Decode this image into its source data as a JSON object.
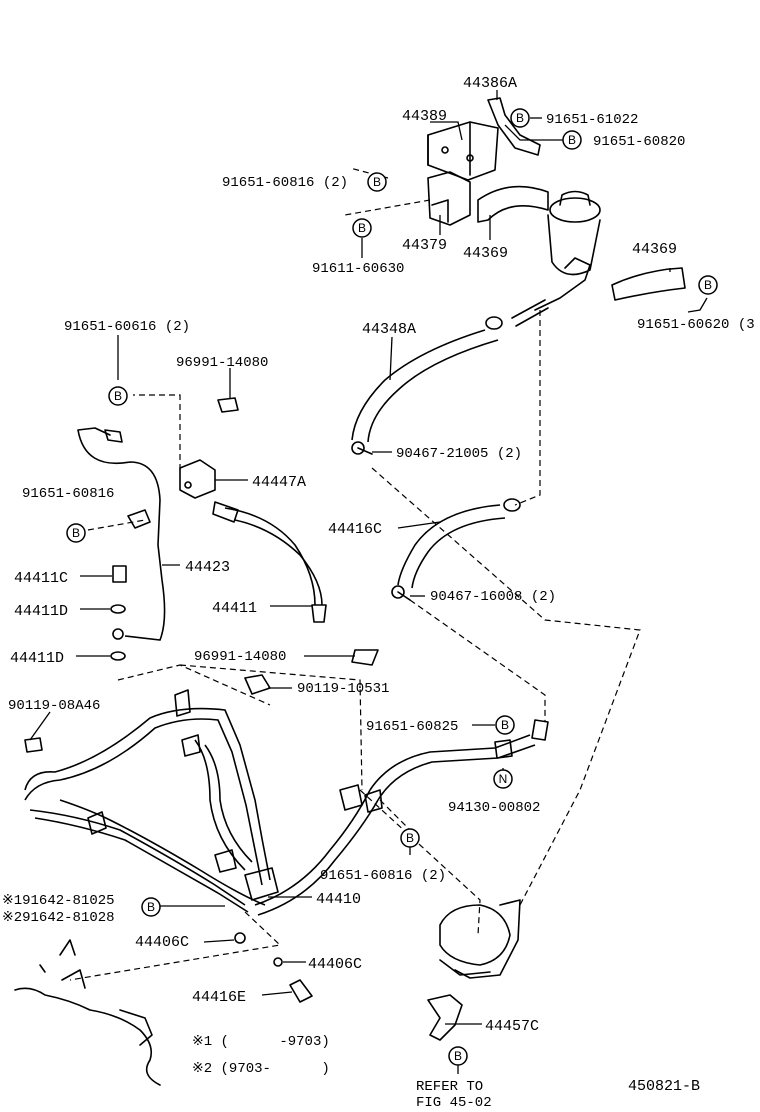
{
  "labels": {
    "p44386A": "44386A",
    "p44389": "44389",
    "p9165161022": "91651-61022",
    "p9165160820": "91651-60820",
    "p9165160816_2_top": "91651-60816 (2)",
    "p44379": "44379",
    "p44369_a": "44369",
    "p9161160630": "91611-60630",
    "p44369_b": "44369",
    "p9165160620": "91651-60620 (3",
    "p9165160616": "91651-60616 (2)",
    "p9699114080_a": "96991-14080",
    "p44348A": "44348A",
    "p9046721005": "90467-21005 (2)",
    "p9165160816": "91651-60816",
    "p44447A": "44447A",
    "p44416C": "44416C",
    "p44423": "44423",
    "p44411C": "44411C",
    "p44411D_a": "44411D",
    "p44411": "44411",
    "p9046716008": "90467-16008 (2)",
    "p44411D_b": "44411D",
    "p9699114080_b": "96991-14080",
    "p9011910531": "90119-10531",
    "p9011908A46": "90119-08A46",
    "p9165160825": "91651-60825",
    "p9413000802": "94130-00802",
    "p9165160816_2_bot": "91651-60816 (2)",
    "p44410": "44410",
    "p9164281025": "※191642-81025",
    "p9164281028": "※291642-81028",
    "p44406C_a": "44406C",
    "p44406C_b": "44406C",
    "p44416E": "44416E",
    "p44457C": "44457C",
    "note1": "※1 (      -9703)",
    "note2": "※2 (9703-      )",
    "refer1": "REFER TO",
    "refer2": "FIG 45-02",
    "fig_id": "450821-B"
  },
  "markers": {
    "b": "B",
    "n": "N"
  }
}
